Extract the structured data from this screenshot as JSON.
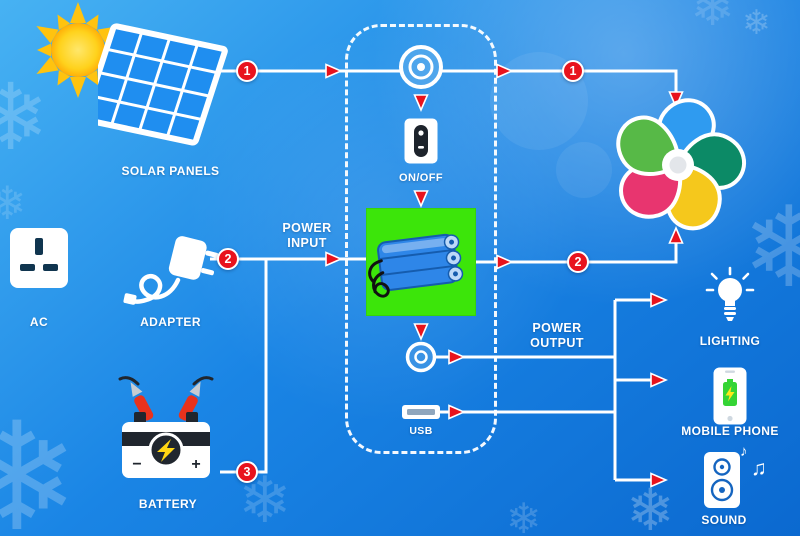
{
  "colors": {
    "background_top": "#47b2f3",
    "background_mid": "#1a85e5",
    "background_deep": "#0b69d0",
    "wire_white": "#ffffff",
    "badge_red": "#e8131d",
    "solar_cell_blue": "#1f8ef0",
    "pack_case_green": "#3ce50a",
    "cell_blue": "#2e86e8",
    "fan_blue": "#2f9bf0",
    "fan_dark_green": "#0c8a66",
    "fan_yellow": "#f5c81c",
    "fan_pink": "#e8356f",
    "fan_light_green": "#57b947",
    "phone_battery_green": "#35d435",
    "bolt_yellow": "#ffd613"
  },
  "icons": {
    "snowflake": "❄",
    "music_note_1": "♪",
    "music_note_2": "♫"
  },
  "badges": {
    "solar_line": "1",
    "adapter_line": "2",
    "battery_line": "3",
    "fan_top_line": "1",
    "fan_bottom_line": "2"
  },
  "sources": {
    "solar": {
      "label": "SOLAR PANELS"
    },
    "ac": {
      "label": "AC"
    },
    "adapter": {
      "label": "ADAPTER"
    },
    "battery": {
      "label": "BATTERY",
      "plus": "+",
      "minus": "−"
    }
  },
  "power_station": {
    "input_label": "POWER INPUT",
    "switch_label": "ON/OFF",
    "usb_label": "USB",
    "output_label": "POWER OUTPUT"
  },
  "loads": {
    "lighting": {
      "label": "LIGHTING"
    },
    "mobile_phone": {
      "label": "MOBILE PHONE"
    },
    "sound": {
      "label": "SOUND"
    }
  }
}
